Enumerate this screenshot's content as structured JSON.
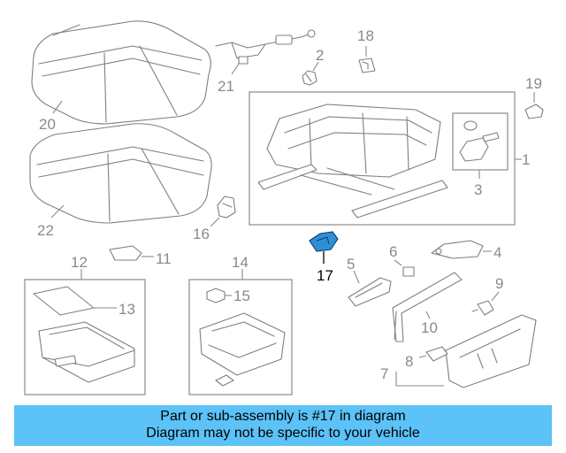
{
  "callouts": {
    "c1": "1",
    "c2": "2",
    "c3": "3",
    "c4": "4",
    "c5": "5",
    "c6": "6",
    "c7": "7",
    "c8": "8",
    "c9": "9",
    "c10": "10",
    "c11": "11",
    "c12": "12",
    "c13": "13",
    "c14": "14",
    "c15": "15",
    "c16": "16",
    "c17": "17",
    "c18": "18",
    "c19": "19",
    "c20": "20",
    "c21": "21",
    "c22": "22"
  },
  "highlight": {
    "part_number": "17",
    "color": "#2e8fd8"
  },
  "banner": {
    "line1": "Part or sub-assembly is #17 in diagram",
    "line2": "Diagram may not be specific to your vehicle",
    "background": "#5cc2f7"
  }
}
